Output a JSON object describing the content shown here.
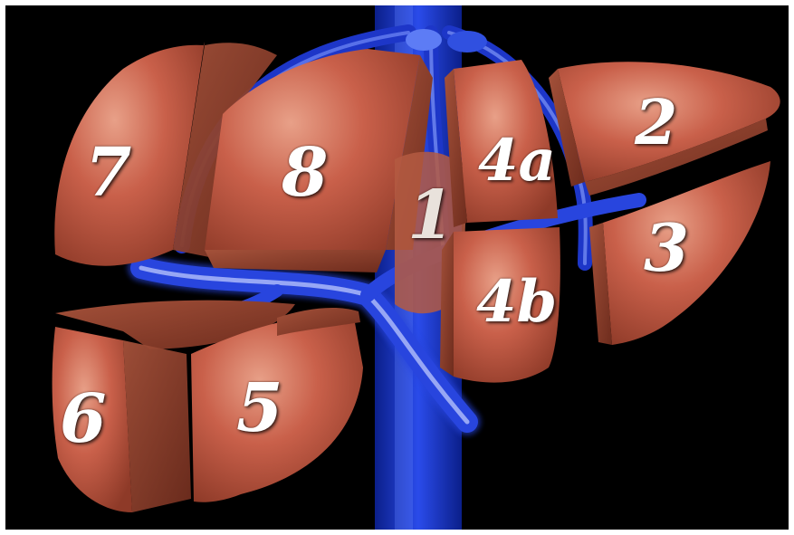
{
  "image": {
    "subject": "liver segments",
    "colors": {
      "background": "#000000",
      "frame": "#ffffff",
      "liver_surface": "#c9604a",
      "liver_highlight": "#e89a82",
      "cut_surface": "#9a4a33",
      "vessel": "#1f3fd6",
      "vessel_highlight": "#9fb4ff"
    }
  },
  "segments": [
    {
      "id": "seg7",
      "label": "7"
    },
    {
      "id": "seg8",
      "label": "8"
    },
    {
      "id": "seg1",
      "label": "1"
    },
    {
      "id": "seg4a",
      "label": "4a"
    },
    {
      "id": "seg2",
      "label": "2"
    },
    {
      "id": "seg3",
      "label": "3"
    },
    {
      "id": "seg4b",
      "label": "4b"
    },
    {
      "id": "seg6",
      "label": "6"
    },
    {
      "id": "seg5",
      "label": "5"
    }
  ]
}
